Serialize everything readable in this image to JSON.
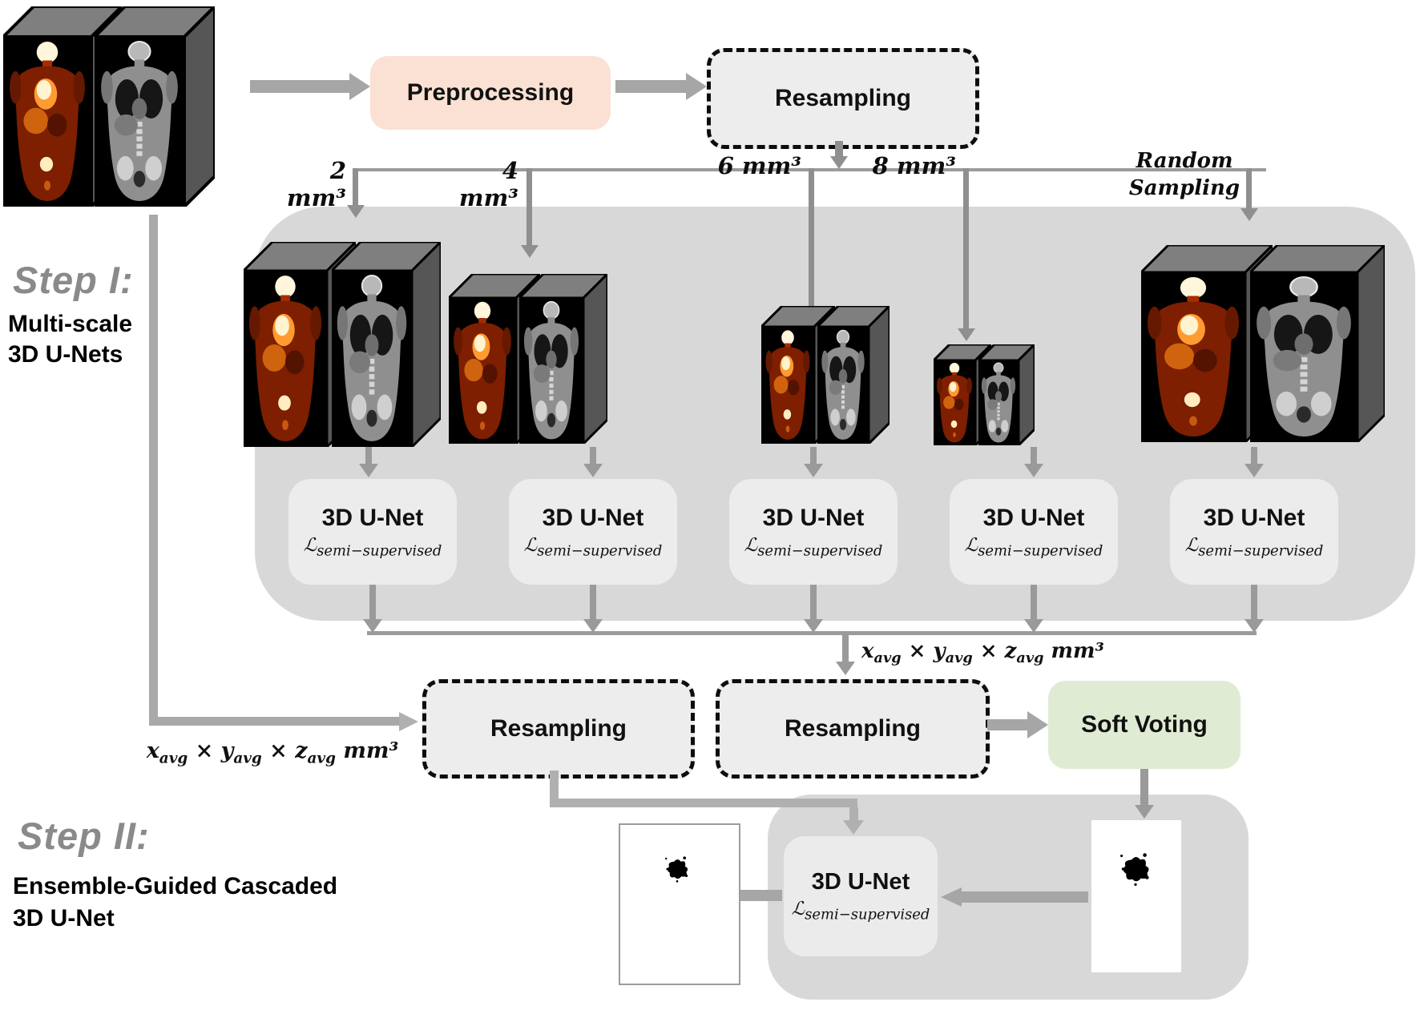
{
  "figure": {
    "step1": {
      "title": "Step I:",
      "subtitle_line1": "Multi-scale",
      "subtitle_line2": "3D U-Nets"
    },
    "step2": {
      "title": "Step II:",
      "subtitle_line1": "Ensemble-Guided Cascaded",
      "subtitle_line2": "3D U-Net"
    },
    "boxes": {
      "preprocessing": "Preprocessing",
      "resampling": "Resampling",
      "soft_voting": "Soft Voting",
      "unet": "3D U-Net"
    },
    "loss": {
      "symbol": "ℒ",
      "subscript": "semi−supervised"
    },
    "scales": [
      {
        "label": "2 mm³"
      },
      {
        "label": "4 mm³"
      },
      {
        "label": "6 mm³"
      },
      {
        "label": "8 mm³"
      },
      {
        "label_line1": "Random",
        "label_line2": "Sampling"
      }
    ],
    "avg_spacing": {
      "x": "x",
      "y": "y",
      "z": "z",
      "sub": "avg",
      "times": "×",
      "unit": "mm³"
    },
    "colors": {
      "container": "#d8d8d8",
      "unet_box": "#ececec",
      "preprocessing_bg": "#fae1d3",
      "resampling_bg": "#ededed",
      "soft_voting_bg": "#dfecd3",
      "arrow": "#9a9a9a"
    }
  }
}
